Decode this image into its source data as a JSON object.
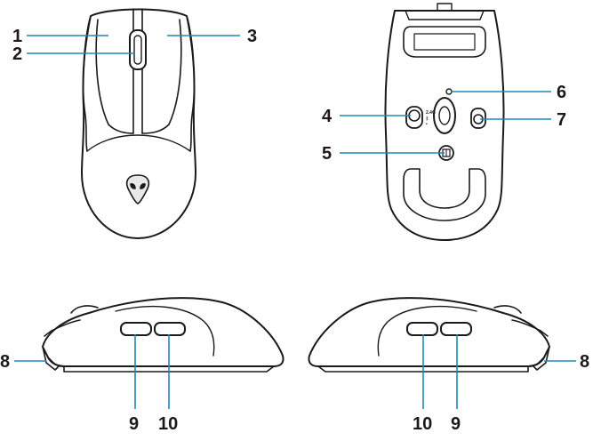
{
  "callouts": {
    "c1": "1",
    "c2": "2",
    "c3": "3",
    "c4": "4",
    "c5": "5",
    "c6": "6",
    "c7": "7",
    "c8_left": "8",
    "c8_right": "8",
    "c9_left": "9",
    "c9_right": "9",
    "c10_left": "10",
    "c10_right": "10"
  },
  "switch_labels": {
    "mode_top": "2.4G",
    "mode_mid": "ᛒ",
    "mode_bottom": "•"
  },
  "colors": {
    "leader_line": "#1e88b4",
    "outline": "#1a1a1a",
    "text": "#1a1a1a"
  },
  "icons": {
    "logo": "alien-head-icon",
    "bluetooth": "bluetooth-icon"
  }
}
